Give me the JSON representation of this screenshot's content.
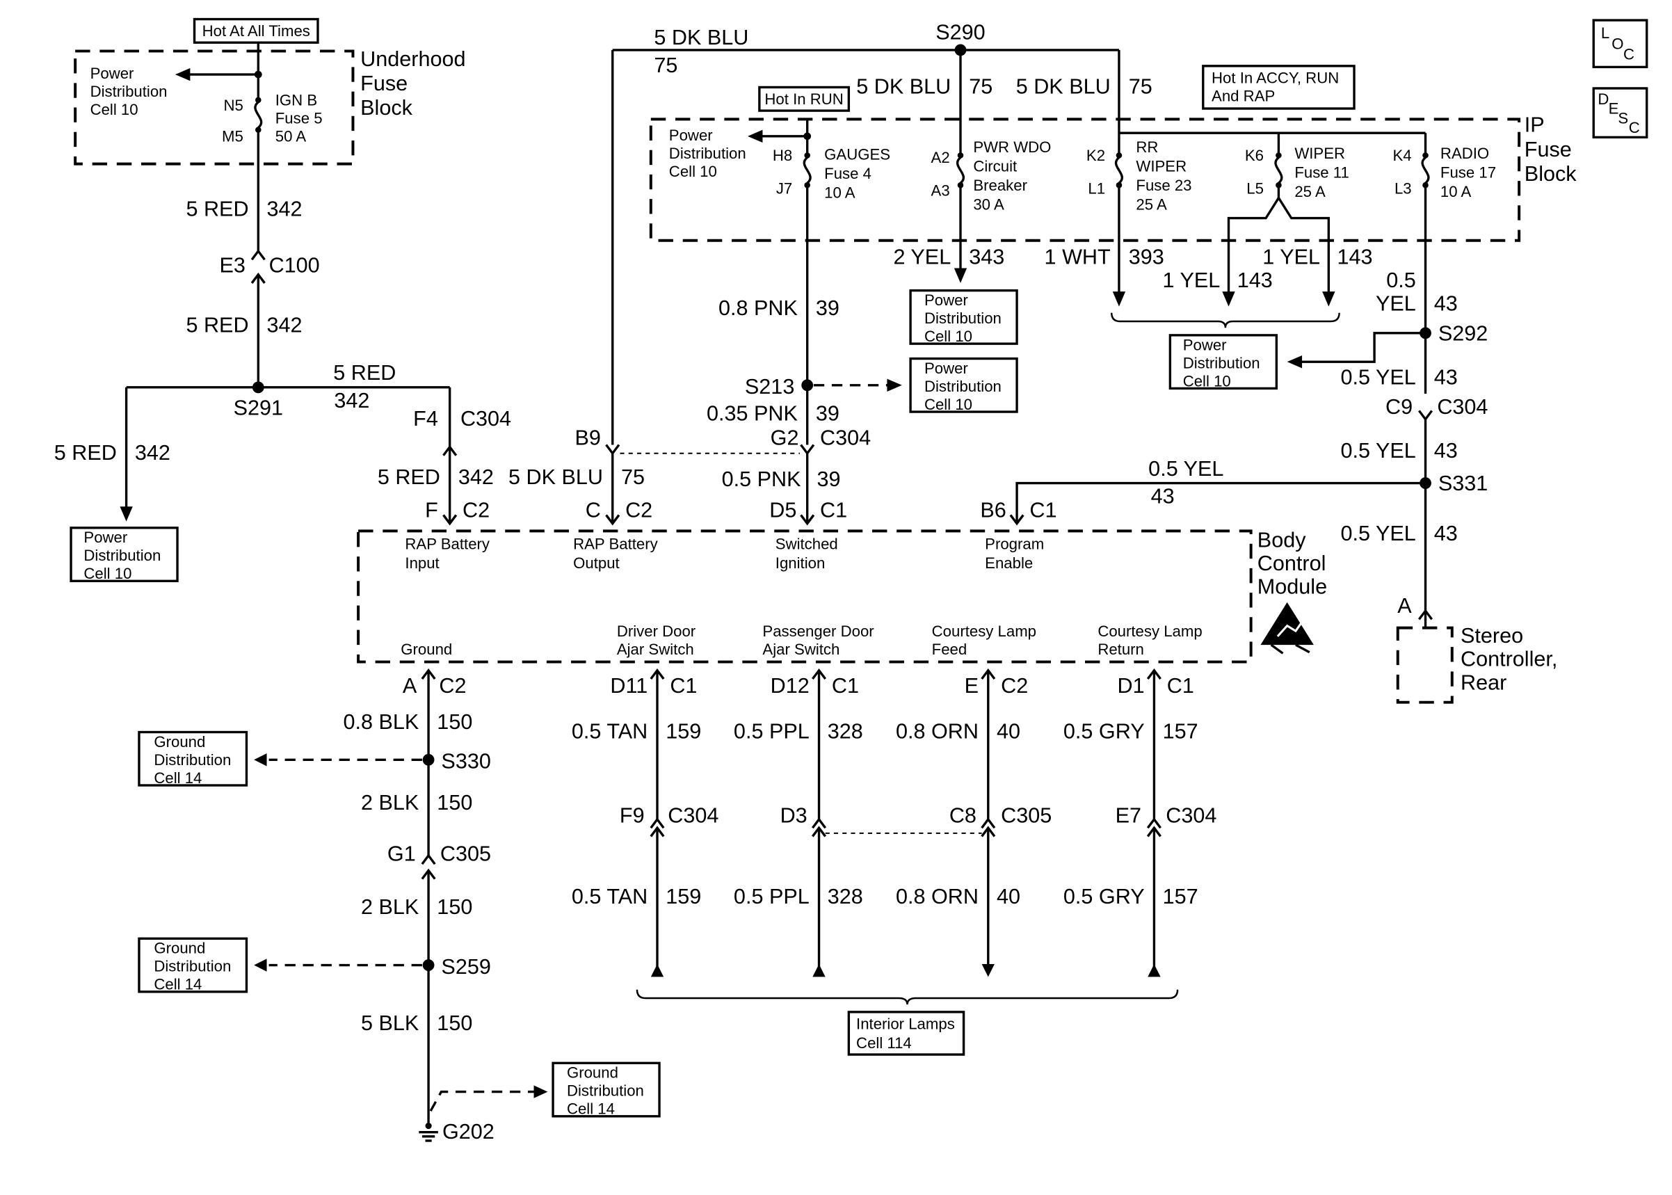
{
  "labels": {
    "hot_at_all_times": "Hot At All Times",
    "hot_in_run": "Hot In RUN",
    "hot_in_accy": [
      "Hot In ACCY, RUN",
      "And RAP"
    ],
    "underhood_fuse_block": [
      "Underhood",
      "Fuse",
      "Block"
    ],
    "ip_fuse_block": [
      "IP",
      "Fuse",
      "Block"
    ],
    "body_control_module": [
      "Body",
      "Control",
      "Module"
    ],
    "stereo_controller": [
      "Stereo",
      "Controller,",
      "Rear"
    ],
    "loc": [
      "L",
      "O",
      "C"
    ],
    "desc": [
      "D",
      "E",
      "S",
      "C"
    ]
  },
  "fuses": {
    "ign_b": {
      "top_pin": "N5",
      "bottom_pin": "M5",
      "lines": [
        "IGN B",
        "Fuse 5",
        "50 A"
      ]
    },
    "gauges": {
      "top_pin": "H8",
      "bottom_pin": "J7",
      "lines": [
        "GAUGES",
        "Fuse 4",
        "10 A"
      ]
    },
    "pwr_wdo": {
      "top_pin": "A2",
      "bottom_pin": "A3",
      "lines": [
        "PWR WDO",
        "Circuit",
        "Breaker",
        "30 A"
      ]
    },
    "rr_wiper": {
      "top_pin": "K2",
      "bottom_pin": "L1",
      "lines": [
        "RR",
        "WIPER",
        "Fuse 23",
        "25 A"
      ]
    },
    "wiper": {
      "top_pin": "K6",
      "bottom_pin": "L5",
      "lines": [
        "WIPER",
        "Fuse 11",
        "25 A"
      ]
    },
    "radio": {
      "top_pin": "K4",
      "bottom_pin": "L3",
      "lines": [
        "RADIO",
        "Fuse 17",
        "10 A"
      ]
    }
  },
  "pdc": {
    "lines": [
      "Power",
      "Distribution",
      "Cell 10"
    ]
  },
  "gdc": {
    "lines": [
      "Ground",
      "Distribution",
      "Cell 14"
    ]
  },
  "interior_lamps": {
    "lines": [
      "Interior Lamps",
      "Cell 114"
    ]
  },
  "wires": {
    "red_342_a": {
      "gauge": "5 RED",
      "circuit": "342"
    },
    "red_342_b": {
      "gauge": "5 RED",
      "circuit": "342"
    },
    "red_342_h": {
      "gauge": "5 RED",
      "circuit": "342"
    },
    "red_342_l": {
      "gauge": "5 RED",
      "circuit": "342"
    },
    "red_342_c": {
      "gauge": "5 RED",
      "circuit": "342"
    },
    "dkblu_75_top": {
      "gauge": "5 DK BLU",
      "circuit": "75"
    },
    "dkblu_75_mid": {
      "gauge": "5 DK BLU",
      "circuit": "75"
    },
    "dkblu_75_right": {
      "gauge": "5 DK BLU",
      "circuit": "75"
    },
    "dkblu_75_c2": {
      "gauge": "5 DK BLU",
      "circuit": "75"
    },
    "yel_343": {
      "gauge": "2 YEL",
      "circuit": "343"
    },
    "wht_393": {
      "gauge": "1 WHT",
      "circuit": "393"
    },
    "yel_143_a": {
      "gauge": "1 YEL",
      "circuit": "143"
    },
    "yel_143_b": {
      "gauge": "1 YEL",
      "circuit": "143"
    },
    "yel_43_a": {
      "gauge": [
        "0.5",
        "YEL"
      ],
      "circuit": "43"
    },
    "yel_43_b": {
      "gauge": "0.5 YEL",
      "circuit": "43"
    },
    "yel_43_c": {
      "gauge": "0.5 YEL",
      "circuit": "43"
    },
    "yel_43_h": {
      "gauge": "0.5 YEL",
      "circuit": "43"
    },
    "yel_43_d": {
      "gauge": "0.5 YEL",
      "circuit": "43"
    },
    "pnk_39_a": {
      "gauge": "0.8 PNK",
      "circuit": "39"
    },
    "pnk_39_b": {
      "gauge": "0.35 PNK",
      "circuit": "39"
    },
    "pnk_39_c": {
      "gauge": "0.5 PNK",
      "circuit": "39"
    },
    "blk_150_a": {
      "gauge": "0.8 BLK",
      "circuit": "150"
    },
    "blk_150_b": {
      "gauge": "2 BLK",
      "circuit": "150"
    },
    "blk_150_c": {
      "gauge": "2 BLK",
      "circuit": "150"
    },
    "blk_150_d": {
      "gauge": "5 BLK",
      "circuit": "150"
    },
    "tan_159_a": {
      "gauge": "0.5 TAN",
      "circuit": "159"
    },
    "tan_159_b": {
      "gauge": "0.5 TAN",
      "circuit": "159"
    },
    "ppl_328_a": {
      "gauge": "0.5 PPL",
      "circuit": "328"
    },
    "ppl_328_b": {
      "gauge": "0.5 PPL",
      "circuit": "328"
    },
    "orn_40_a": {
      "gauge": "0.8 ORN",
      "circuit": "40"
    },
    "orn_40_b": {
      "gauge": "0.8 ORN",
      "circuit": "40"
    },
    "gry_157_a": {
      "gauge": "0.5 GRY",
      "circuit": "157"
    },
    "gry_157_b": {
      "gauge": "0.5 GRY",
      "circuit": "157"
    }
  },
  "splices": {
    "s290": "S290",
    "s291": "S291",
    "s213": "S213",
    "s292": "S292",
    "s331": "S331",
    "s330": "S330",
    "s259": "S259",
    "g202": "G202"
  },
  "connectors": {
    "e3": {
      "pin": "E3",
      "conn": "C100"
    },
    "f4": {
      "pin": "F4",
      "conn": "C304"
    },
    "b9": {
      "pin": "B9"
    },
    "g2": {
      "pin": "G2",
      "conn": "C304"
    },
    "c9": {
      "pin": "C9",
      "conn": "C304"
    },
    "bcm_f": {
      "pin": "F",
      "conn": "C2"
    },
    "bcm_c": {
      "pin": "C",
      "conn": "C2"
    },
    "bcm_d5": {
      "pin": "D5",
      "conn": "C1"
    },
    "bcm_b6": {
      "pin": "B6",
      "conn": "C1"
    },
    "bcm_a": {
      "pin": "A",
      "conn": "C2"
    },
    "bcm_d11": {
      "pin": "D11",
      "conn": "C1"
    },
    "bcm_d12": {
      "pin": "D12",
      "conn": "C1"
    },
    "bcm_e": {
      "pin": "E",
      "conn": "C2"
    },
    "bcm_d1": {
      "pin": "D1",
      "conn": "C1"
    },
    "g1": {
      "pin": "G1",
      "conn": "C305"
    },
    "f9": {
      "pin": "F9",
      "conn": "C304"
    },
    "d3": {
      "pin": "D3"
    },
    "c8": {
      "pin": "C8",
      "conn": "C305"
    },
    "e7": {
      "pin": "E7",
      "conn": "C304"
    },
    "stereo_a": {
      "pin": "A"
    }
  },
  "bcm_pins": {
    "rap_input": [
      "RAP Battery",
      "Input"
    ],
    "rap_output": [
      "RAP Battery",
      "Output"
    ],
    "switched_ign": [
      "Switched",
      "Ignition"
    ],
    "program_enable": [
      "Program",
      "Enable"
    ],
    "ground": [
      "Ground"
    ],
    "driver_door": [
      "Driver Door",
      "Ajar Switch"
    ],
    "passenger_door": [
      "Passenger Door",
      "Ajar Switch"
    ],
    "courtesy_feed": [
      "Courtesy Lamp",
      "Feed"
    ],
    "courtesy_return": [
      "Courtesy Lamp",
      "Return"
    ]
  }
}
